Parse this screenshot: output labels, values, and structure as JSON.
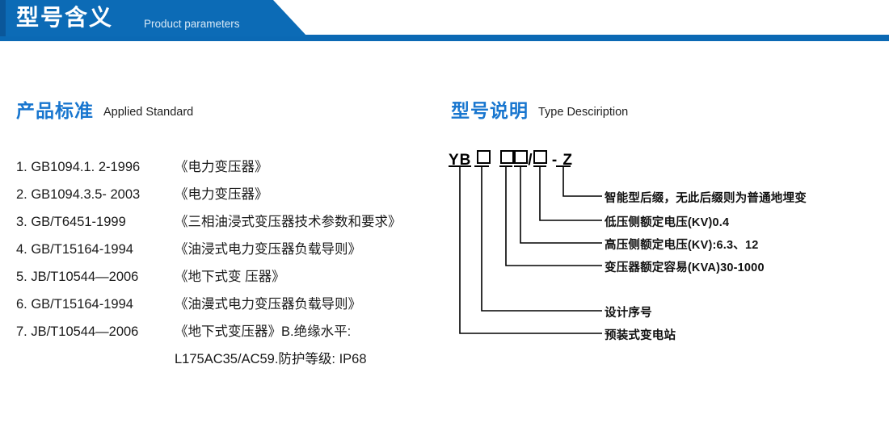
{
  "banner": {
    "title": "型号含义",
    "subtitle": "Product parameters",
    "bg_color": "#0c6bb6",
    "edge_color": "#0a579a",
    "bar_color": "#0b69b4"
  },
  "sections": {
    "left": {
      "title_cn": "产品标准",
      "title_en": "Applied Standard",
      "accent_color": "#1876cf",
      "standards": [
        {
          "code": "1. GB1094.1. 2-1996",
          "name": "《电力变压器》"
        },
        {
          "code": "2. GB1094.3.5- 2003",
          "name": "《电力变压器》"
        },
        {
          "code": "3. GB/T6451-1999",
          "name": "《三相油浸式变压器技术参数和要求》"
        },
        {
          "code": "4. GB/T15164-1994",
          "name": "《油浸式电力变压器负载导则》"
        },
        {
          "code": "5. JB/T10544—2006",
          "name": "《地下式变 压器》"
        },
        {
          "code": "6. GB/T15164-1994",
          "name": "《油漫式电力变压器负载导则》"
        },
        {
          "code": "7. JB/T10544—2006",
          "name": "《地下式变压器》B.绝缘水平:"
        }
      ],
      "continuation": "L175AC35/AC59.防护等级: IP68"
    },
    "right": {
      "title_cn": "型号说明",
      "title_en": "Type Desciription",
      "accent_color": "#1876cf",
      "code_parts": [
        "YB",
        "box",
        "box",
        "box",
        "/",
        "box",
        "-",
        "Z"
      ],
      "code_text": "YB □ □□/□ - Z",
      "callouts": [
        {
          "label": "智能型后缀，无此后缀则为普通地埋变"
        },
        {
          "label": "低压侧额定电压(KV)0.4"
        },
        {
          "label": "高压侧额定电压(KV):6.3、12"
        },
        {
          "label": "变压器额定容易(KVA)30-1000"
        },
        {
          "label": "设计序号"
        },
        {
          "label": "预装式变电站"
        }
      ]
    }
  }
}
